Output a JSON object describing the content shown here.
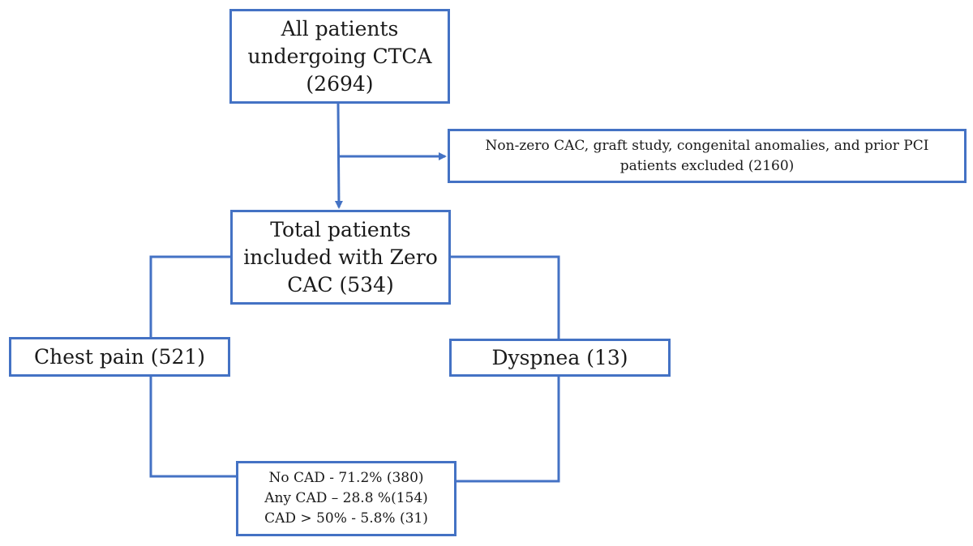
{
  "nodes": {
    "all_patients": {
      "lines": [
        "All patients",
        "undergoing CTCA",
        "(2694)"
      ]
    },
    "excluded": {
      "lines": [
        "Non-zero CAC, graft study, congenital anomalies, and prior PCI",
        "patients excluded (2160)"
      ]
    },
    "total_included": {
      "lines": [
        "Total patients",
        "included with Zero",
        "CAC (534)"
      ]
    },
    "chest_pain": {
      "lines": [
        "Chest pain (521)"
      ]
    },
    "dyspnea": {
      "lines": [
        "Dyspnea (13)"
      ]
    },
    "outcomes": {
      "lines": [
        "No CAD -  71.2% (380)",
        "Any CAD – 28.8 %(154)",
        "CAD > 50% - 5.8%  (31)"
      ]
    }
  },
  "colors": {
    "border": "#4472c4",
    "connector": "#4472c4",
    "text": "#1a1a1a"
  }
}
